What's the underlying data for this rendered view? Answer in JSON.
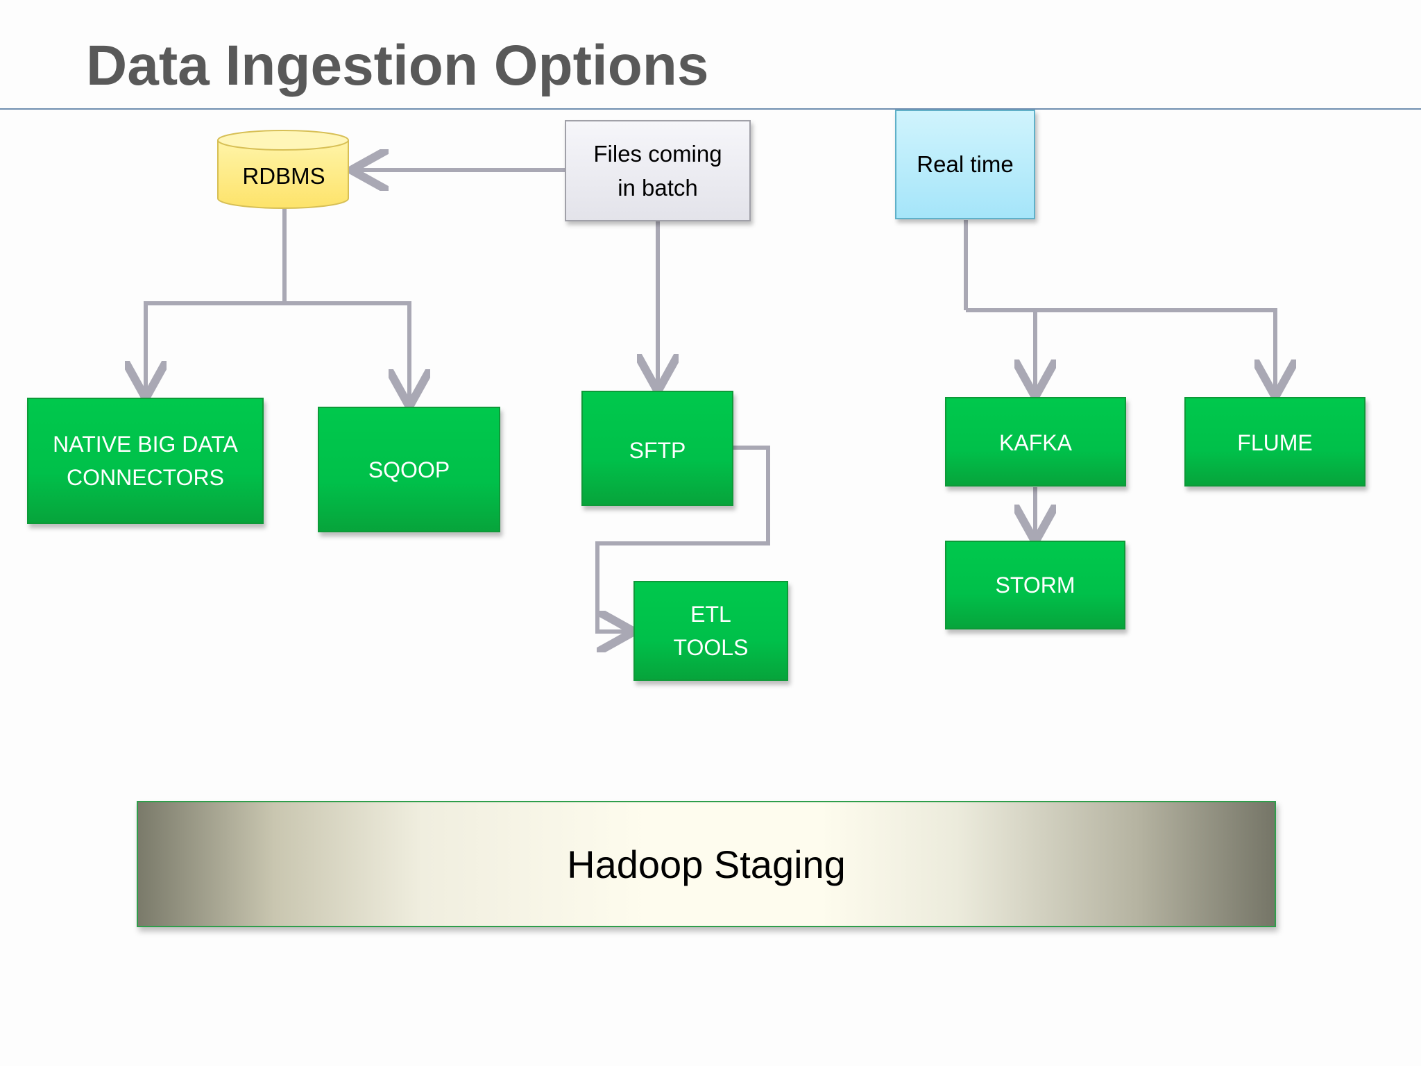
{
  "slide": {
    "title": "Data Ingestion Options"
  },
  "sources": {
    "rdbms": "RDBMS",
    "batch_line1": "Files coming",
    "batch_line2": "in batch",
    "realtime": "Real time"
  },
  "tools": {
    "native_line1": "NATIVE BIG DATA",
    "native_line2": "CONNECTORS",
    "sqoop": "SQOOP",
    "sftp": "SFTP",
    "etl_line1": "ETL",
    "etl_line2": "TOOLS",
    "kafka": "KAFKA",
    "flume": "FLUME",
    "storm": "STORM"
  },
  "target": {
    "staging": "Hadoop Staging"
  },
  "colors": {
    "tool_green": "#00c04a",
    "connector_gray": "#a9a8b4",
    "cylinder_yellow": "#fde874"
  }
}
